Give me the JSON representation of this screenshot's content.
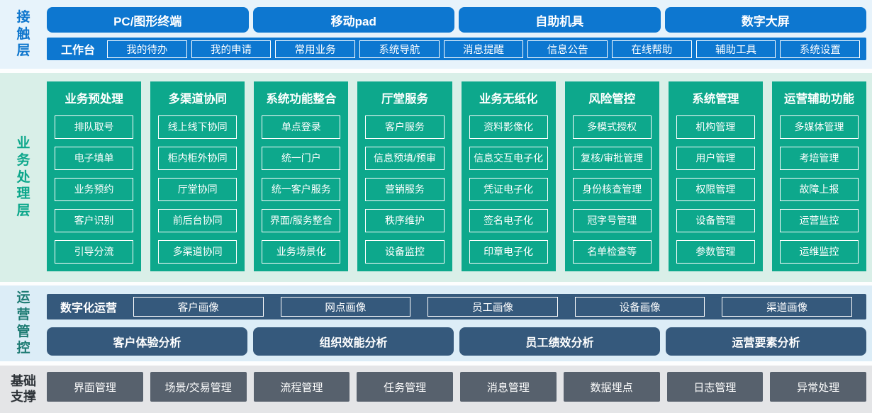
{
  "palette": {
    "blue": "#0d77d0",
    "teal_green": "#0da88c",
    "slate_blue": "#35597c",
    "dark_gray": "#57616d",
    "contact_bg": "#e7f3fb",
    "business_bg": "#d9efe8",
    "operations_bg": "#dcedf7",
    "foundation_bg": "#e4e5e7"
  },
  "contact": {
    "label": "接触层",
    "terminals": [
      "PC/图形终端",
      "移动pad",
      "自助机具",
      "数字大屏"
    ],
    "workbench": {
      "label": "工作台",
      "items": [
        "我的待办",
        "我的申请",
        "常用业务",
        "系统导航",
        "消息提醒",
        "信息公告",
        "在线帮助",
        "辅助工具",
        "系统设置"
      ]
    }
  },
  "business": {
    "label": "业务处理层",
    "columns": [
      {
        "title": "业务预处理",
        "items": [
          "排队取号",
          "电子填单",
          "业务预约",
          "客户识别",
          "引导分流"
        ]
      },
      {
        "title": "多渠道协同",
        "items": [
          "线上线下协同",
          "柜内柜外协同",
          "厅堂协同",
          "前后台协同",
          "多渠道协同"
        ]
      },
      {
        "title": "系统功能整合",
        "items": [
          "单点登录",
          "统一门户",
          "统一客户服务",
          "界面/服务整合",
          "业务场景化"
        ]
      },
      {
        "title": "厅堂服务",
        "items": [
          "客户服务",
          "信息预填/预审",
          "营销服务",
          "秩序维护",
          "设备监控"
        ]
      },
      {
        "title": "业务无纸化",
        "items": [
          "资料影像化",
          "信息交互电子化",
          "凭证电子化",
          "签名电子化",
          "印章电子化"
        ]
      },
      {
        "title": "风险管控",
        "items": [
          "多模式授权",
          "复核/审批管理",
          "身份核查管理",
          "冠字号管理",
          "名单检查等"
        ]
      },
      {
        "title": "系统管理",
        "items": [
          "机构管理",
          "用户管理",
          "权限管理",
          "设备管理",
          "参数管理"
        ]
      },
      {
        "title": "运营辅助功能",
        "items": [
          "多媒体管理",
          "考培管理",
          "故障上报",
          "运营监控",
          "运维监控"
        ]
      }
    ]
  },
  "operations": {
    "label": "运营管控",
    "digital": {
      "label": "数字化运营",
      "items": [
        "客户画像",
        "网点画像",
        "员工画像",
        "设备画像",
        "渠道画像"
      ]
    },
    "analyses": [
      "客户体验分析",
      "组织效能分析",
      "员工绩效分析",
      "运营要素分析"
    ]
  },
  "foundation": {
    "label": "基础支撑",
    "items": [
      "界面管理",
      "场景/交易管理",
      "流程管理",
      "任务管理",
      "消息管理",
      "数据埋点",
      "日志管理",
      "异常处理"
    ]
  }
}
